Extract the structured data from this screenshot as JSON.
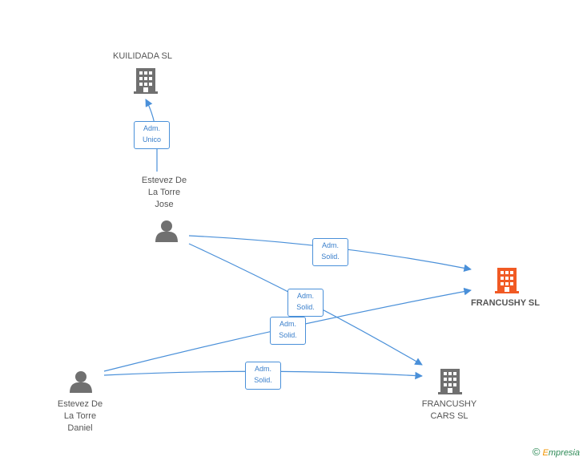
{
  "colors": {
    "edge": "#4a90d9",
    "building": "#707070",
    "building_target": "#f15a24",
    "person": "#707070"
  },
  "nodes": {
    "kuilidada": {
      "label": "KUILIDADA SL",
      "icon": "building-icon"
    },
    "jose": {
      "label": "Estevez De\nLa Torre\nJose",
      "icon": "person-icon"
    },
    "francushy": {
      "label": "FRANCUSHY SL",
      "icon": "building-icon"
    },
    "daniel": {
      "label": "Estevez De\nLa Torre\nDaniel",
      "icon": "person-icon"
    },
    "francushy_cars": {
      "label": "FRANCUSHY\nCARS SL",
      "icon": "building-icon"
    }
  },
  "edges": [
    {
      "from": "jose",
      "to": "kuilidada",
      "label": "Adm.\nUnico"
    },
    {
      "from": "jose",
      "to": "francushy",
      "label": "Adm.\nSolid."
    },
    {
      "from": "jose",
      "to": "francushy_cars",
      "label": "Adm.\nSolid."
    },
    {
      "from": "daniel",
      "to": "francushy",
      "label": "Adm.\nSolid."
    },
    {
      "from": "daniel",
      "to": "francushy_cars",
      "label": "Adm.\nSolid."
    }
  ],
  "footer": {
    "copyright": "©",
    "brand_initial": "E",
    "brand_rest": "mpresia"
  }
}
